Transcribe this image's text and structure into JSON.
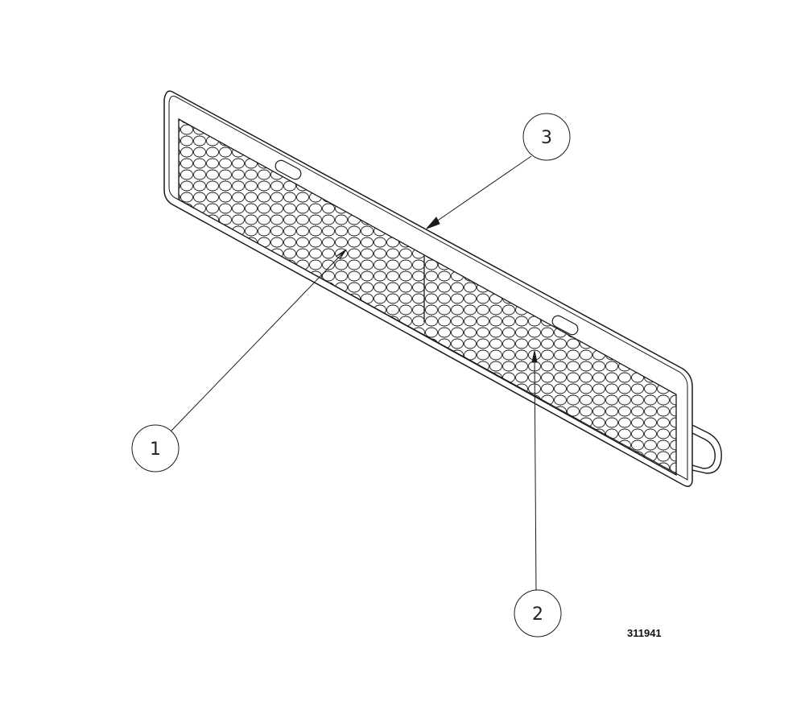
{
  "diagram": {
    "callouts": [
      {
        "id": "1",
        "label": "1"
      },
      {
        "id": "2",
        "label": "2"
      },
      {
        "id": "3",
        "label": "3"
      }
    ],
    "figure_number": "311941",
    "line_color": "#1a1a1a",
    "background_color": "#ffffff"
  }
}
